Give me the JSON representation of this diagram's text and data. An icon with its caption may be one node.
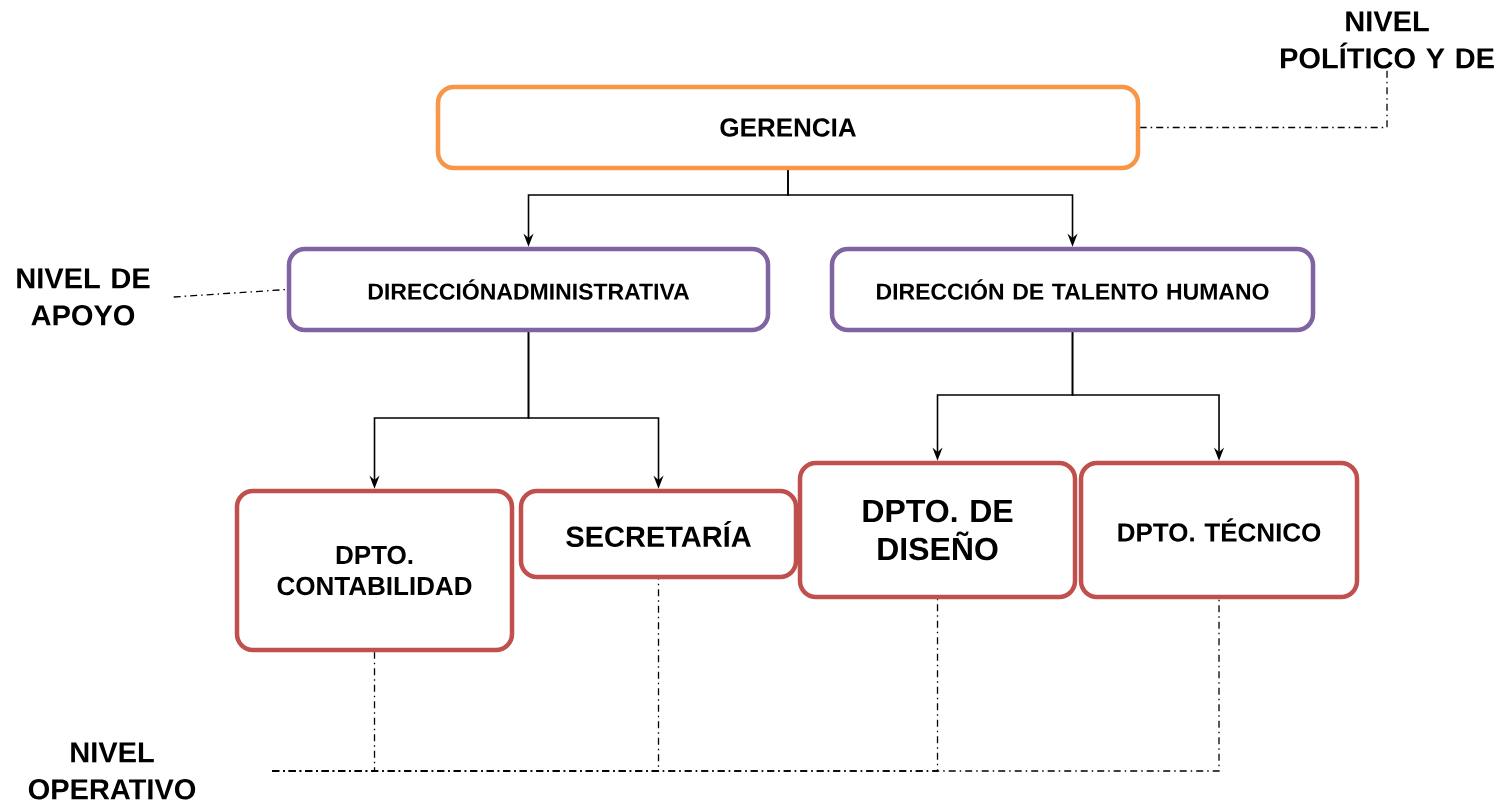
{
  "diagram": {
    "nodes": [
      {
        "text": [
          "NIVEL POLÍTICO Y DE"
        ]
      },
      {
        "text": [
          "GERENCIA"
        ]
      },
      {
        "text": [
          "NIVEL DE APOYO"
        ]
      },
      {
        "text": [
          "DIRECCIÓNADMINISTRATIVA"
        ]
      },
      {
        "text": [
          "DIRECCIÓN DE TALENTO HUMANO"
        ]
      },
      {
        "text": [
          "DPTO. CONTABILIDAD"
        ]
      },
      {
        "text": [
          "SECRETARÍA"
        ]
      },
      {
        "text": [
          "DPTO. DE DISEÑO"
        ]
      },
      {
        "text": [
          "DPTO. TÉCNICO"
        ]
      },
      {
        "text": [
          "NIVEL OPERATIVO"
        ]
      }
    ],
    "edges": [
      {
        "from": 1,
        "to": 3,
        "arrow": "to"
      },
      {
        "from": 1,
        "to": 4,
        "arrow": "to"
      },
      {
        "from": 3,
        "to": 5,
        "arrow": "to"
      },
      {
        "from": 3,
        "to": 6,
        "arrow": "to"
      },
      {
        "from": 4,
        "to": 7,
        "arrow": "to"
      },
      {
        "from": 4,
        "to": 8,
        "arrow": "to"
      },
      {
        "from": 0,
        "to": 1,
        "arrow": "none",
        "style": "dashed"
      },
      {
        "from": 2,
        "to": 3,
        "arrow": "none",
        "style": "dashed"
      },
      {
        "from": 9,
        "to": 5,
        "arrow": "none",
        "style": "dashed"
      },
      {
        "from": 9,
        "to": 6,
        "arrow": "none",
        "style": "dashed"
      },
      {
        "from": 9,
        "to": 7,
        "arrow": "none",
        "style": "dashed"
      },
      {
        "from": 9,
        "to": 8,
        "arrow": "none",
        "style": "dashed"
      }
    ]
  }
}
